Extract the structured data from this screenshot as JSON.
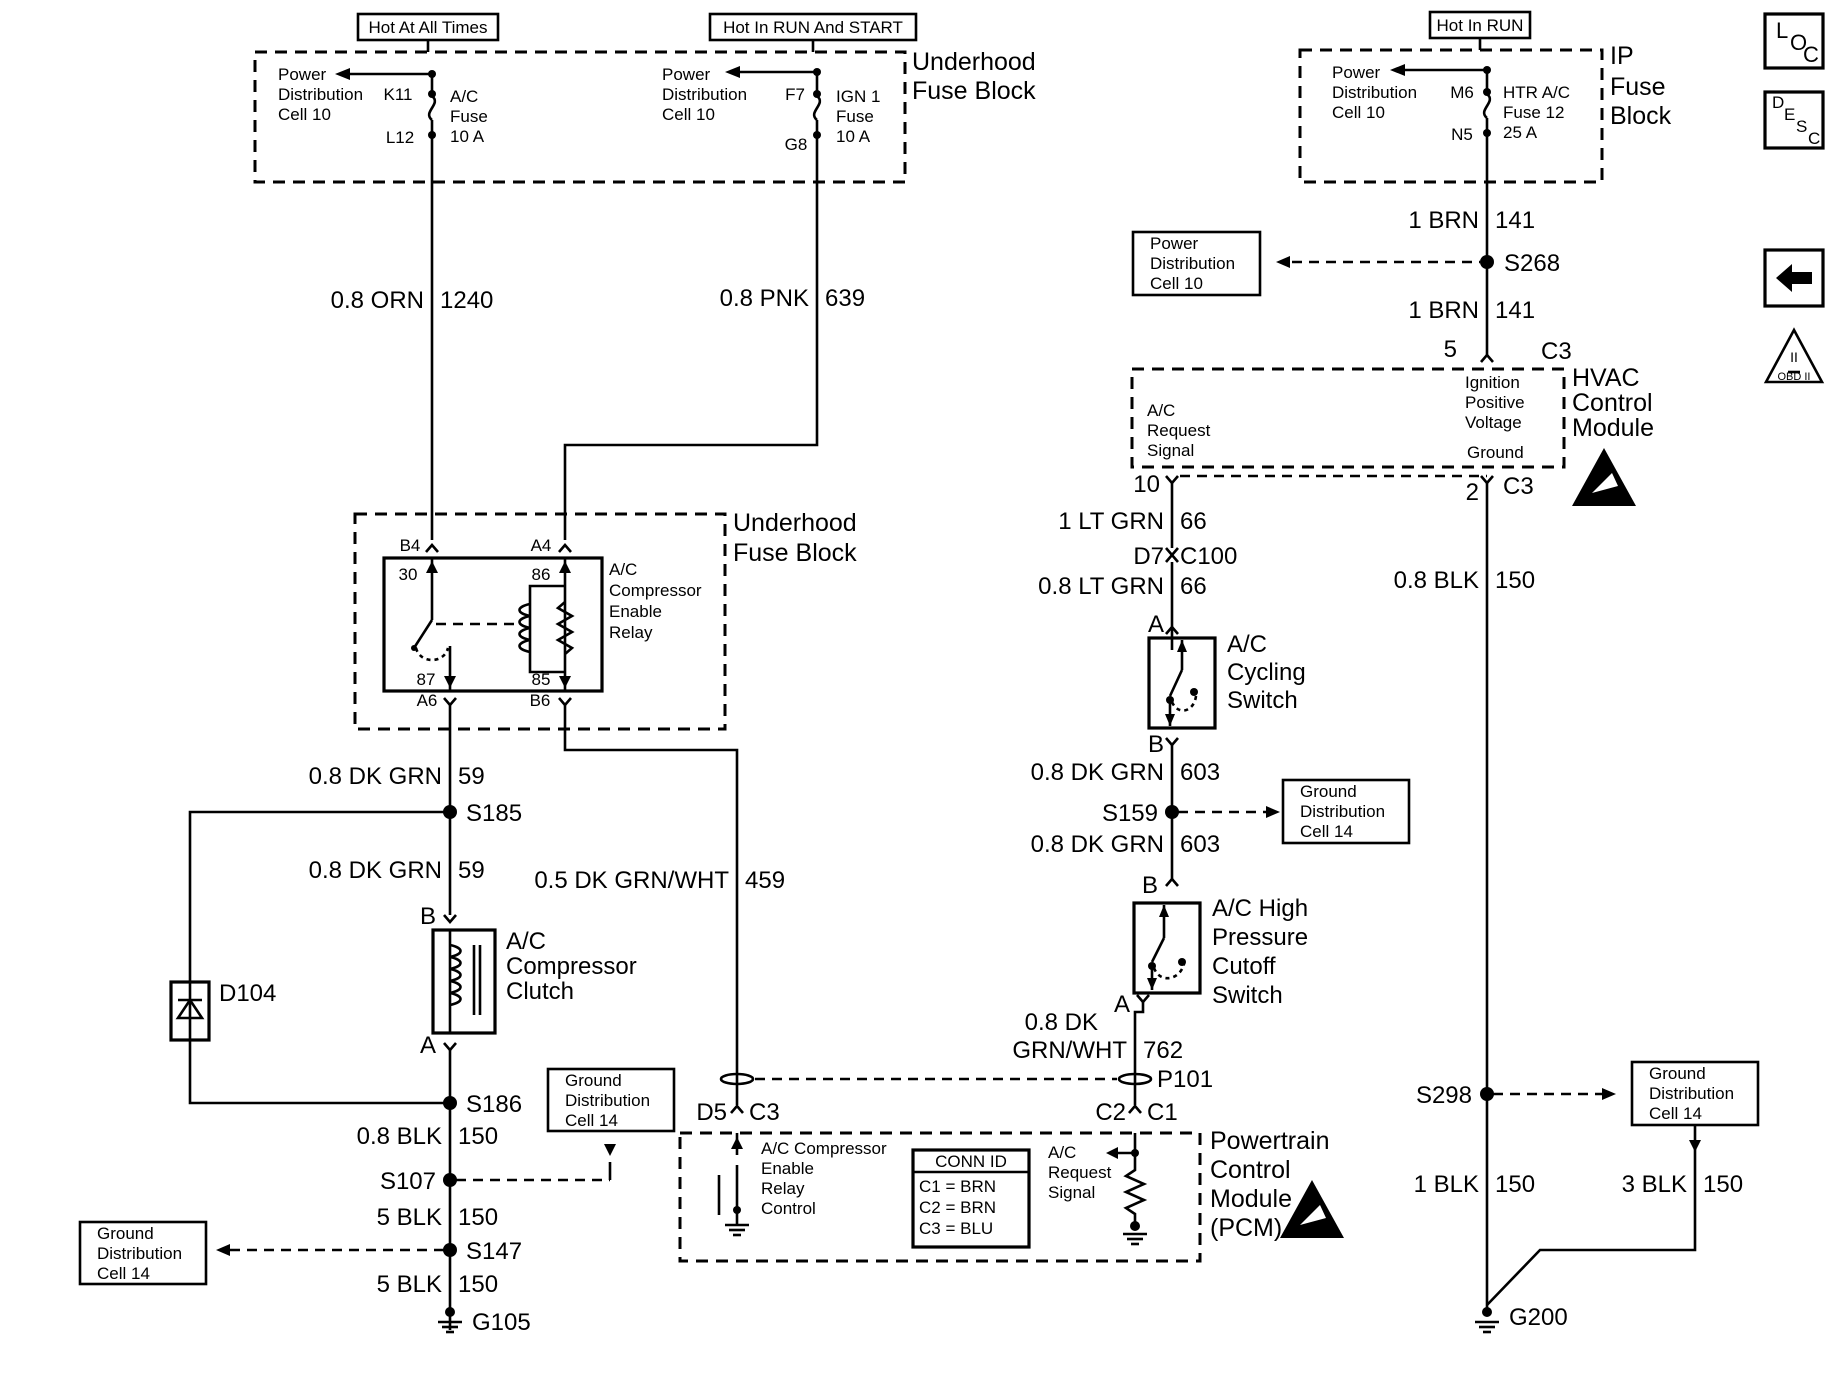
{
  "headers": {
    "hot_all_times": "Hot At All Times",
    "hot_run_start": "Hot In RUN And START",
    "hot_run": "Hot In RUN"
  },
  "underhood_fuse_block_top": {
    "title_line1": "Underhood",
    "title_line2": "Fuse Block",
    "pd1": [
      "Power",
      "Distribution",
      "Cell 10"
    ],
    "pd2": [
      "Power",
      "Distribution",
      "Cell 10"
    ],
    "k11": "K11",
    "l12": "L12",
    "fuse_ac": [
      "A/C",
      "Fuse",
      "10 A"
    ],
    "f7": "F7",
    "g8": "G8",
    "fuse_ign": [
      "IGN 1",
      "Fuse",
      "10 A"
    ]
  },
  "ip_fuse_block": {
    "title": [
      "IP",
      "Fuse",
      "Block"
    ],
    "pd": [
      "Power",
      "Distribution",
      "Cell 10"
    ],
    "m6": "M6",
    "n5": "N5",
    "fuse": [
      "HTR A/C",
      "Fuse 12",
      "25 A"
    ]
  },
  "icons": {
    "loc": [
      "L",
      "O",
      "C"
    ],
    "desc": [
      "D",
      "E",
      "S",
      "C"
    ],
    "obd": "OBD II"
  },
  "wires": {
    "w1240": "0.8 ORN",
    "c1240": "1240",
    "w639": "0.8 PNK",
    "c639": "639",
    "w141a": "1 BRN",
    "c141a": "141",
    "w141b": "1 BRN",
    "c141b": "141",
    "w59a": "0.8 DK GRN",
    "c59a": "59",
    "w59b": "0.8 DK GRN",
    "c59b": "59",
    "w459": "0.5 DK GRN/WHT",
    "c459": "459",
    "w150a": "0.8 BLK",
    "c150a": "150",
    "w150b": "5 BLK",
    "c150b": "150",
    "w150c": "5 BLK",
    "c150c": "150",
    "w66a": "1 LT GRN",
    "c66a": "66",
    "w66b": "0.8 LT GRN",
    "c66b": "66",
    "w603a": "0.8 DK GRN",
    "c603a": "603",
    "w603b": "0.8 DK GRN",
    "c603b": "603",
    "w762_line1": "0.8 DK",
    "w762_line2": "GRN/WHT",
    "c762": "762",
    "w150d": "0.8 BLK",
    "c150d": "150",
    "w150e": "1 BLK",
    "c150e": "150",
    "w150f": "3 BLK",
    "c150f": "150"
  },
  "splices": {
    "s268": "S268",
    "s185": "S185",
    "s186": "S186",
    "s107": "S107",
    "s147": "S147",
    "s159": "S159",
    "s298": "S298",
    "p101": "P101"
  },
  "grounds": {
    "g105": "G105",
    "g200": "G200"
  },
  "refs": {
    "pd_cell10_box": [
      "Power",
      "Distribution",
      "Cell 10"
    ],
    "gd_s159": [
      "Ground",
      "Distribution",
      "Cell 14"
    ],
    "gd_s107": [
      "Ground",
      "Distribution",
      "Cell 14"
    ],
    "gd_s147": [
      "Ground",
      "Distribution",
      "Cell 14"
    ],
    "gd_s298": [
      "Ground",
      "Distribution",
      "Cell 14"
    ]
  },
  "hvac": {
    "title": [
      "HVAC",
      "Control",
      "Module"
    ],
    "pin5": "5",
    "c3top": "C3",
    "ign": [
      "Ignition",
      "Positive",
      "Voltage"
    ],
    "ground": "Ground",
    "req": [
      "A/C",
      "Request",
      "Signal"
    ],
    "pin10": "10",
    "pin2": "2",
    "c3bot": "C3"
  },
  "relay_block": {
    "title_line1": "Underhood",
    "title_line2": "Fuse Block",
    "b4": "B4",
    "a4": "A4",
    "p30": "30",
    "p86": "86",
    "p87": "87",
    "p85": "85",
    "a6": "A6",
    "b6": "B6",
    "relay": [
      "A/C",
      "Compressor",
      "Enable",
      "Relay"
    ]
  },
  "c100": {
    "d7": "D7",
    "label": "C100"
  },
  "cycling_switch": {
    "pin_a": "A",
    "pin_b": "B",
    "label": [
      "A/C",
      "Cycling",
      "Switch"
    ]
  },
  "hp_switch": {
    "pin_b": "B",
    "pin_a": "A",
    "label": [
      "A/C High",
      "Pressure",
      "Cutoff",
      "Switch"
    ]
  },
  "clutch": {
    "pin_b": "B",
    "pin_a": "A",
    "label": [
      "A/C",
      "Compressor",
      "Clutch"
    ],
    "diode": "D104"
  },
  "pcm": {
    "title": [
      "Powertrain",
      "Control",
      "Module",
      "(PCM)"
    ],
    "d5": "D5",
    "c3": "C3",
    "c2": "C2",
    "c1": "C1",
    "relay_ctrl": [
      "A/C Compressor",
      "Enable",
      "Relay",
      "Control"
    ],
    "conn_title": "CONN ID",
    "conn": [
      "C1 = BRN",
      "C2 = BRN",
      "C3 = BLU"
    ],
    "req": [
      "A/C",
      "Request",
      "Signal"
    ]
  }
}
